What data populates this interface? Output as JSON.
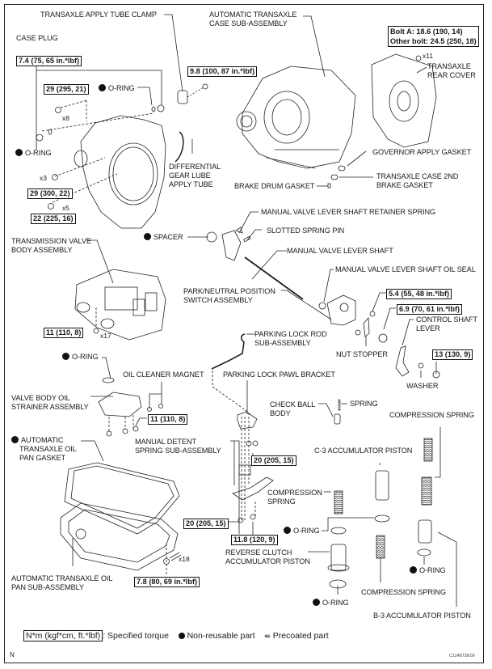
{
  "diagram": {
    "title_code": "C114872E09",
    "corner_mark": "N",
    "labels": {
      "transaxle_apply_tube_clamp": "TRANSAXLE APPLY TUBE CLAMP",
      "case_plug": "CASE PLUG",
      "auto_transaxle_case_1": "AUTOMATIC TRANSAXLE",
      "auto_transaxle_case_2": "CASE SUB-ASSEMBLY",
      "transaxle_rear_cover_1": "TRANSAXLE",
      "transaxle_rear_cover_2": "REAR COVER",
      "o_ring_top": "O-RING",
      "o_ring_left": "O-RING",
      "diff_gear_1": "DIFFERENTIAL",
      "diff_gear_2": "GEAR LUBE",
      "diff_gear_3": "APPLY TUBE",
      "governor_apply_gasket": "GOVERNOR APPLY GASKET",
      "case_2nd_brake_1": "TRANSAXLE CASE 2ND",
      "case_2nd_brake_2": "BRAKE GASKET",
      "brake_drum_gasket": "BRAKE DRUM GASKET",
      "retainer_spring": "MANUAL VALVE LEVER SHAFT RETAINER SPRING",
      "spacer": "SPACER",
      "slotted_spring_pin": "SLOTTED SPRING PIN",
      "valve_body_1": "TRANSMISSION VALVE",
      "valve_body_2": "BODY ASSEMBLY",
      "manual_valve_lever_shaft": "MANUAL VALVE LEVER SHAFT",
      "oil_seal": "MANUAL VALVE LEVER SHAFT OIL SEAL",
      "pn_switch_1": "PARK/NEUTRAL POSITION",
      "pn_switch_2": "SWITCH ASSEMBLY",
      "control_shaft_lever_1": "CONTROL SHAFT",
      "control_shaft_lever_2": "LEVER",
      "parking_lock_rod_1": "PARKING LOCK ROD",
      "parking_lock_rod_2": "SUB-ASSEMBLY",
      "nut_stopper": "NUT STOPPER",
      "o_ring_mid": "O-RING",
      "oil_cleaner_magnet": "OIL CLEANER MAGNET",
      "parking_lock_pawl_bracket": "PARKING LOCK PAWL BRACKET",
      "washer": "WASHER",
      "strainer_1": "VALVE BODY OIL",
      "strainer_2": "STRAINER ASSEMBLY",
      "check_ball_1": "CHECK BALL",
      "check_ball_2": "BODY",
      "spring": "SPRING",
      "compression_spring_top": "COMPRESSION SPRING",
      "oil_pan_gasket_1": "AUTOMATIC",
      "oil_pan_gasket_2": "TRANSAXLE OIL",
      "oil_pan_gasket_3": "PAN GASKET",
      "detent_spring_1": "MANUAL DETENT",
      "detent_spring_2": "SPRING SUB-ASSEMBLY",
      "c3_piston": "C-3 ACCUMULATOR PISTON",
      "compression_spring_mid_1": "COMPRESSION",
      "compression_spring_mid_2": "SPRING",
      "o_ring_rc": "O-RING",
      "reverse_clutch_1": "REVERSE CLUTCH",
      "reverse_clutch_2": "ACCUMULATOR PISTON",
      "o_ring_b3": "O-RING",
      "oil_pan_1": "AUTOMATIC TRANSAXLE OIL",
      "oil_pan_2": "PAN SUB-ASSEMBLY",
      "compression_spring_bottom": "COMPRESSION SPRING",
      "o_ring_bottom": "O-RING",
      "b3_piston": "B-3 ACCUMULATOR PISTON"
    },
    "torques": {
      "case_plug": "7.4 (75, 65 in.*lbf)",
      "bolt_x8": "29 (295, 21)",
      "clamp_bolt": "9.8 (100, 87 in.*lbf)",
      "rear_cover_a": "Bolt A: 18.6 (190, 14)",
      "rear_cover_other": "Other bolt: 24.5 (250, 18)",
      "bolt_x3": "29 (300, 22)",
      "bolt_x5": "22 (225, 16)",
      "valve_body": "11 (110, 8)",
      "pn_switch_bolt": "5.4 (55, 48 in.*lbf)",
      "pn_switch_nut": "6.9 (70, 61 in.*lbf)",
      "control_lever_nut": "13 (130, 9)",
      "strainer": "11 (110, 8)",
      "pawl_bracket": "20 (205, 15)",
      "detent_spring": "20 (205, 15)",
      "detent_bolt": "11.8 (120, 9)",
      "oil_pan": "7.8 (80, 69 in.*lbf)"
    },
    "quantities": {
      "x8": "x8",
      "x11": "x11",
      "x3": "x3",
      "x5": "x5",
      "x17": "x17",
      "x18": "x18"
    },
    "legend": {
      "torque_unit": "N*m (kgf*cm, ft.*lbf)",
      "torque_text": ": Specified torque",
      "non_reusable": "Non-reusable part",
      "precoated": "Precoated part",
      "non_reusable_icon": "filled-circle",
      "precoated_icon": "precoat-arrow"
    }
  }
}
